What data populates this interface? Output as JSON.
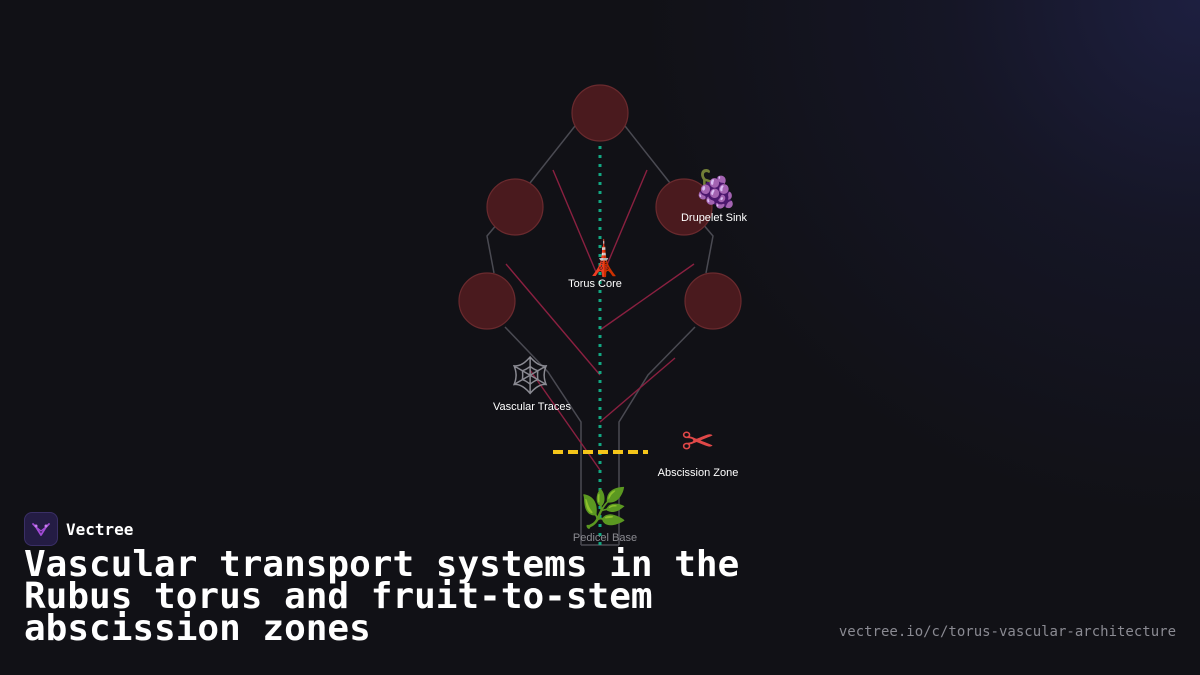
{
  "brand": {
    "name": "Vectree",
    "logo_icon": "vectree-logo-icon",
    "accent": "#a24ad6"
  },
  "headline": "Vascular transport systems in the Rubus torus and fruit-to-stem abscission zones",
  "url": "vectree.io/c/torus-vascular-architecture",
  "diagram": {
    "colors": {
      "drupelet_fill": "#4a1a1e",
      "drupelet_stroke": "#6a2a2e",
      "outline": "#4a4a52",
      "xylem_dotted": "#12a882",
      "phloem_lines": "#8a2040",
      "abscission_dashed": "#f4c51a",
      "background": "#111116"
    },
    "nodes": [
      {
        "id": "drupelet-sink",
        "label": "Drupelet Sink",
        "icon": "grapes-icon",
        "glyph": "🍇"
      },
      {
        "id": "torus-core",
        "label": "Torus Core",
        "icon": "tower-icon",
        "glyph": "🗼"
      },
      {
        "id": "vascular-traces",
        "label": "Vascular Traces",
        "icon": "spider-web-icon",
        "glyph": "🕸"
      },
      {
        "id": "abscission-zone",
        "label": "Abscission Zone",
        "icon": "scissors-icon",
        "glyph": "✂"
      },
      {
        "id": "pedicel-base",
        "label": "Pedicel Base",
        "icon": "herb-icon",
        "glyph": "🌿"
      }
    ]
  }
}
